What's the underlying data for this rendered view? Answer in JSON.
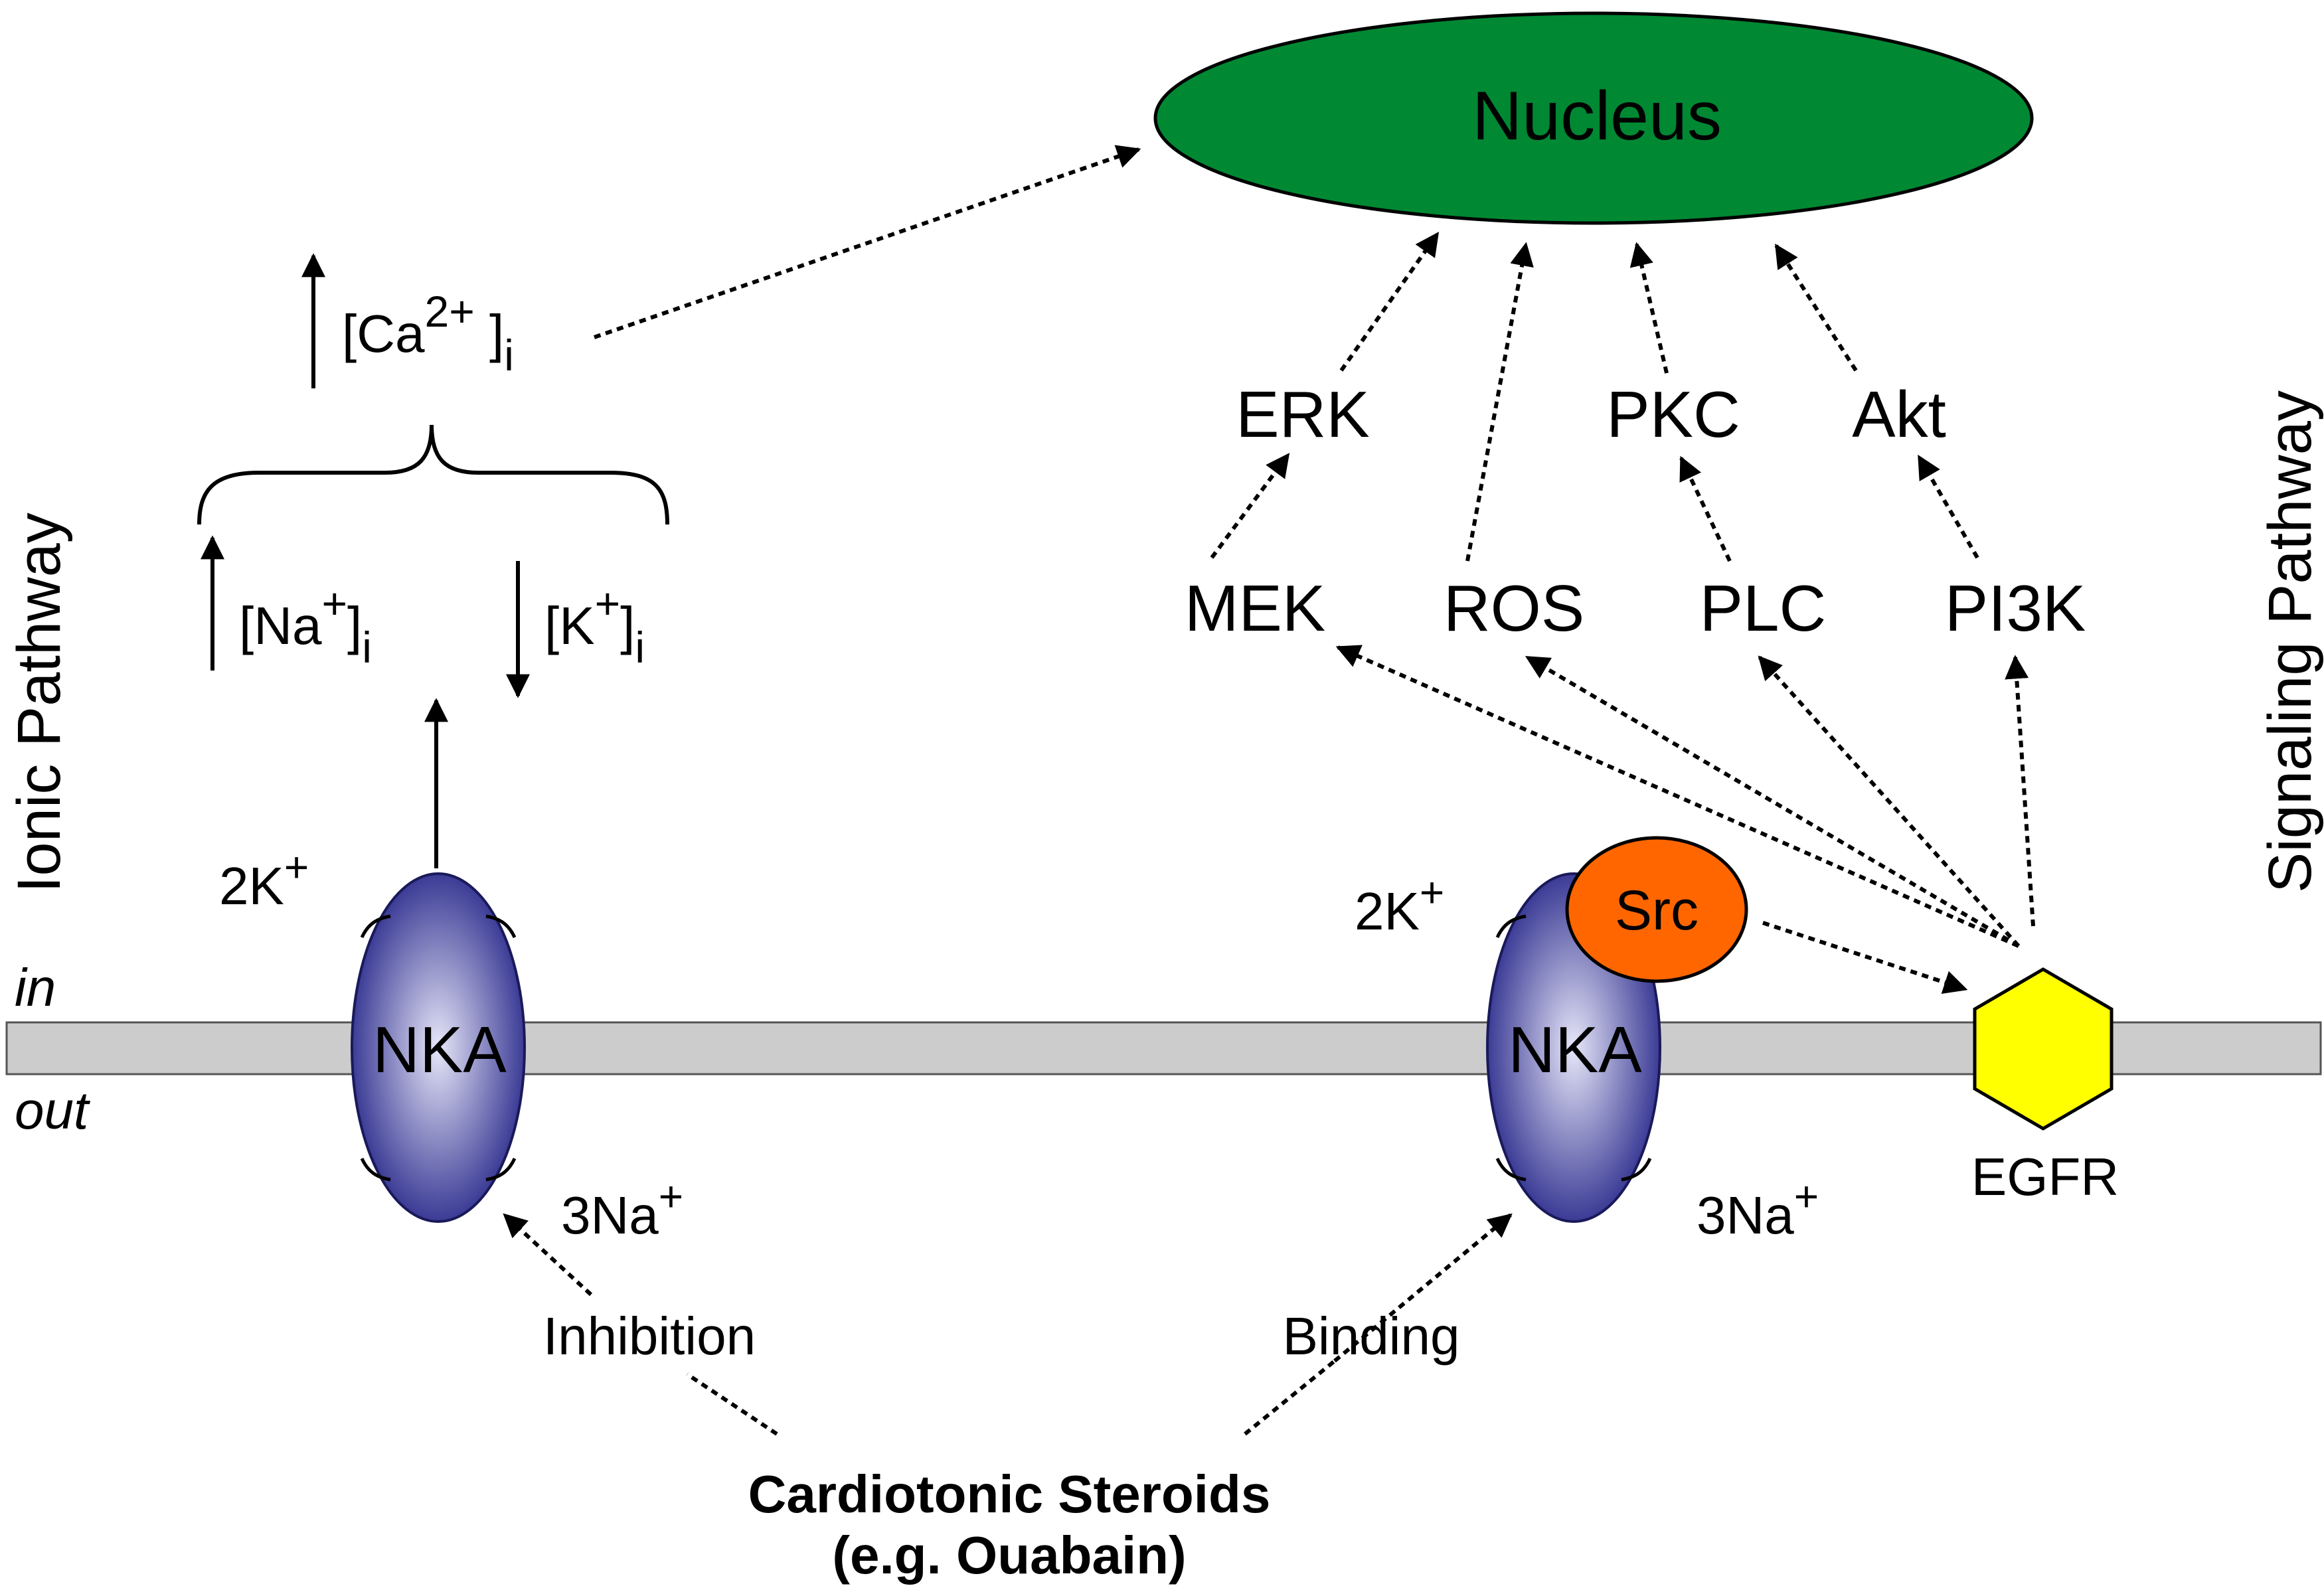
{
  "nucleus_label": "Nucleus",
  "side_labels": {
    "left": "Ionic Pathway",
    "right": "Signaling Pathway"
  },
  "membrane_labels": {
    "inside": "in",
    "outside": "out"
  },
  "ionic": {
    "calcium": {
      "base": "[Ca",
      "charge": "2+",
      "close": " ]",
      "sub": "i"
    },
    "sodium": {
      "base": "[Na",
      "charge": "+",
      "close": "]",
      "sub": "i"
    },
    "potassium": {
      "base": "[K",
      "charge": "+",
      "close": "]",
      "sub": "i"
    },
    "pump_label": "NKA",
    "k_in": {
      "base": "2K",
      "charge": "+"
    },
    "na_out": {
      "base": "3Na",
      "charge": "+"
    },
    "action": "Inhibition"
  },
  "signaling": {
    "pump_label": "NKA",
    "src_label": "Src",
    "egfr_label": "EGFR",
    "k_in": {
      "base": "2K",
      "charge": "+"
    },
    "na_out": {
      "base": "3Na",
      "charge": "+"
    },
    "action": "Binding",
    "upper_row": [
      "ERK",
      "PKC",
      "Akt"
    ],
    "lower_row": [
      "MEK",
      "ROS",
      "PLC",
      "PI3K"
    ]
  },
  "drug": {
    "line1": "Cardiotonic Steroids",
    "line2": "(e.g. Ouabain)"
  },
  "colors": {
    "nucleus": "#008833",
    "membrane": "#cccccc",
    "pump_center": "#e6e6f8",
    "pump_edge": "#2a2a8c",
    "src": "#ff6600",
    "egfr": "#ffff00"
  }
}
